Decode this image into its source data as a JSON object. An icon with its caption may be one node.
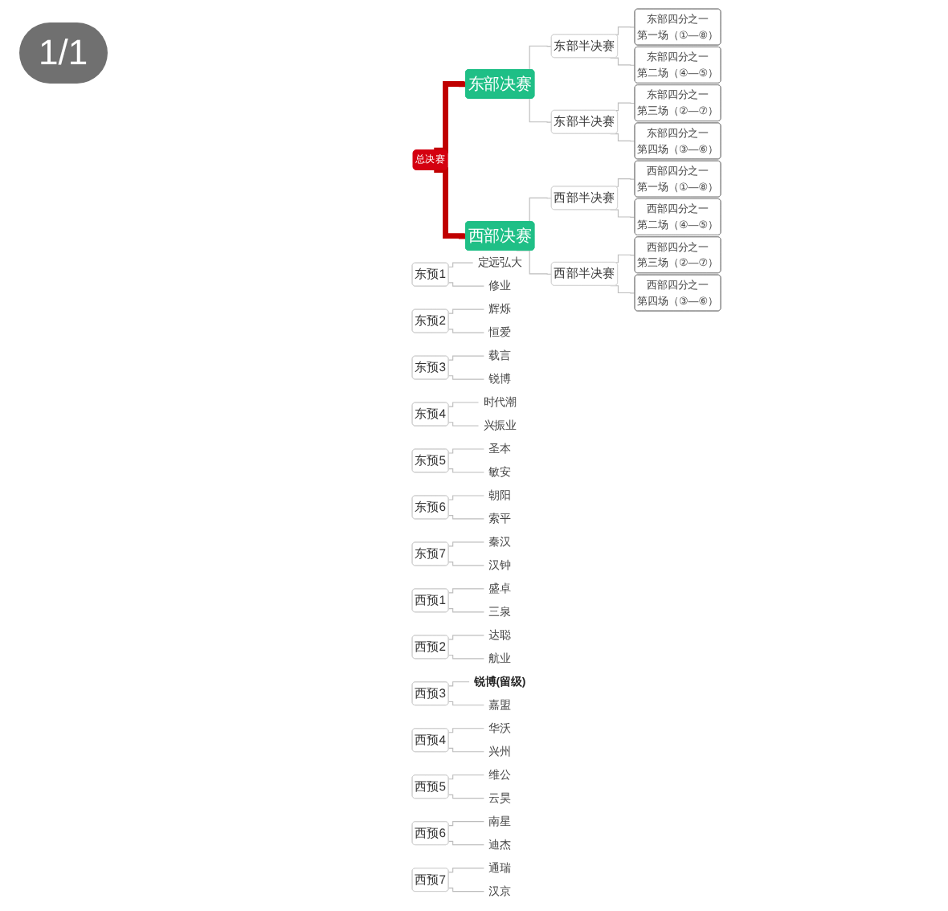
{
  "diagram": {
    "nodes": [
      {
        "text": [
          "东部决赛"
        ]
      },
      {
        "text": [
          "东部半决赛"
        ]
      },
      {
        "text": [
          "东部四分之一",
          "第一场（①—⑧）"
        ]
      },
      {
        "text": [
          "东部四分之一",
          "第二场（④—⑤）"
        ]
      },
      {
        "text": [
          "东部半决赛"
        ]
      },
      {
        "text": [
          "东部四分之一",
          "第三场（②—⑦）"
        ]
      },
      {
        "text": [
          "东部四分之一",
          "第四场（③—⑥）"
        ]
      },
      {
        "text": [
          "总决赛"
        ]
      },
      {
        "text": [
          "西部决赛"
        ]
      },
      {
        "text": [
          "西部半决赛"
        ]
      },
      {
        "text": [
          "西部四分之一",
          "第一场（①—⑧）"
        ]
      },
      {
        "text": [
          "西部四分之一",
          "第二场（④—⑤）"
        ]
      },
      {
        "text": [
          "西部半决赛"
        ]
      },
      {
        "text": [
          "西部四分之一",
          "第三场（②—⑦）"
        ]
      },
      {
        "text": [
          "西部四分之一",
          "第四场（③—⑥）"
        ]
      },
      {
        "text": [
          "东预1"
        ]
      },
      {
        "text": [
          "定远弘大"
        ]
      },
      {
        "text": [
          "修业"
        ]
      },
      {
        "text": [
          "东预2"
        ]
      },
      {
        "text": [
          "辉烁"
        ]
      },
      {
        "text": [
          "恒爱"
        ]
      },
      {
        "text": [
          "东预3"
        ]
      },
      {
        "text": [
          "载言"
        ]
      },
      {
        "text": [
          "锐博"
        ]
      },
      {
        "text": [
          "东预4"
        ]
      },
      {
        "text": [
          "时代潮"
        ]
      },
      {
        "text": [
          "兴振业"
        ]
      },
      {
        "text": [
          "东预5"
        ]
      },
      {
        "text": [
          "圣本"
        ]
      },
      {
        "text": [
          "敏安"
        ]
      },
      {
        "text": [
          "东预6"
        ]
      },
      {
        "text": [
          "朝阳"
        ]
      },
      {
        "text": [
          "索平"
        ]
      },
      {
        "text": [
          "东预7"
        ]
      },
      {
        "text": [
          "秦汉"
        ]
      },
      {
        "text": [
          "汉钟"
        ]
      },
      {
        "text": [
          "西预1"
        ]
      },
      {
        "text": [
          "盛卓"
        ]
      },
      {
        "text": [
          "三泉"
        ]
      },
      {
        "text": [
          "西预2"
        ]
      },
      {
        "text": [
          "达聪"
        ]
      },
      {
        "text": [
          "航业"
        ]
      },
      {
        "text": [
          "西预3"
        ]
      },
      {
        "text": [
          "锐博(留级)"
        ]
      },
      {
        "text": [
          "嘉盟"
        ]
      },
      {
        "text": [
          "西预4"
        ]
      },
      {
        "text": [
          "华沃"
        ]
      },
      {
        "text": [
          "兴州"
        ]
      },
      {
        "text": [
          "西预5"
        ]
      },
      {
        "text": [
          "维公"
        ]
      },
      {
        "text": [
          "云昊"
        ]
      },
      {
        "text": [
          "西预6"
        ]
      },
      {
        "text": [
          "南星"
        ]
      },
      {
        "text": [
          "迪杰"
        ]
      },
      {
        "text": [
          "西预7"
        ]
      },
      {
        "text": [
          "通瑞"
        ]
      },
      {
        "text": [
          "汉京"
        ]
      }
    ],
    "edges": [
      {
        "from": 0,
        "to": 1,
        "arrow": "none"
      },
      {
        "from": 1,
        "to": 2,
        "arrow": "none"
      },
      {
        "from": 1,
        "to": 3,
        "arrow": "none"
      },
      {
        "from": 0,
        "to": 4,
        "arrow": "none"
      },
      {
        "from": 4,
        "to": 5,
        "arrow": "none"
      },
      {
        "from": 4,
        "to": 6,
        "arrow": "none"
      },
      {
        "from": 7,
        "to": 0,
        "arrow": "none",
        "style": "thick",
        "color": "#c00000"
      },
      {
        "from": 7,
        "to": 8,
        "arrow": "none",
        "style": "thick",
        "color": "#c00000"
      },
      {
        "from": 8,
        "to": 9,
        "arrow": "none"
      },
      {
        "from": 9,
        "to": 10,
        "arrow": "none"
      },
      {
        "from": 9,
        "to": 11,
        "arrow": "none"
      },
      {
        "from": 8,
        "to": 12,
        "arrow": "none"
      },
      {
        "from": 12,
        "to": 13,
        "arrow": "none"
      },
      {
        "from": 12,
        "to": 14,
        "arrow": "none"
      },
      {
        "from": 15,
        "to": 16,
        "arrow": "none"
      },
      {
        "from": 15,
        "to": 17,
        "arrow": "none"
      },
      {
        "from": 18,
        "to": 19,
        "arrow": "none"
      },
      {
        "from": 18,
        "to": 20,
        "arrow": "none"
      },
      {
        "from": 21,
        "to": 22,
        "arrow": "none"
      },
      {
        "from": 21,
        "to": 23,
        "arrow": "none"
      },
      {
        "from": 24,
        "to": 25,
        "arrow": "none"
      },
      {
        "from": 24,
        "to": 26,
        "arrow": "none"
      },
      {
        "from": 27,
        "to": 28,
        "arrow": "none"
      },
      {
        "from": 27,
        "to": 29,
        "arrow": "none"
      },
      {
        "from": 30,
        "to": 31,
        "arrow": "none"
      },
      {
        "from": 30,
        "to": 32,
        "arrow": "none"
      },
      {
        "from": 33,
        "to": 34,
        "arrow": "none"
      },
      {
        "from": 33,
        "to": 35,
        "arrow": "none"
      },
      {
        "from": 36,
        "to": 37,
        "arrow": "none"
      },
      {
        "from": 36,
        "to": 38,
        "arrow": "none"
      },
      {
        "from": 39,
        "to": 40,
        "arrow": "none"
      },
      {
        "from": 39,
        "to": 41,
        "arrow": "none"
      },
      {
        "from": 42,
        "to": 43,
        "arrow": "none"
      },
      {
        "from": 42,
        "to": 44,
        "arrow": "none"
      },
      {
        "from": 45,
        "to": 46,
        "arrow": "none"
      },
      {
        "from": 45,
        "to": 47,
        "arrow": "none"
      },
      {
        "from": 48,
        "to": 49,
        "arrow": "none"
      },
      {
        "from": 48,
        "to": 50,
        "arrow": "none"
      },
      {
        "from": 51,
        "to": 52,
        "arrow": "none"
      },
      {
        "from": 51,
        "to": 53,
        "arrow": "none"
      },
      {
        "from": 54,
        "to": 55,
        "arrow": "none"
      },
      {
        "from": 54,
        "to": 56,
        "arrow": "none"
      }
    ],
    "labels": [
      "1/1"
    ]
  }
}
